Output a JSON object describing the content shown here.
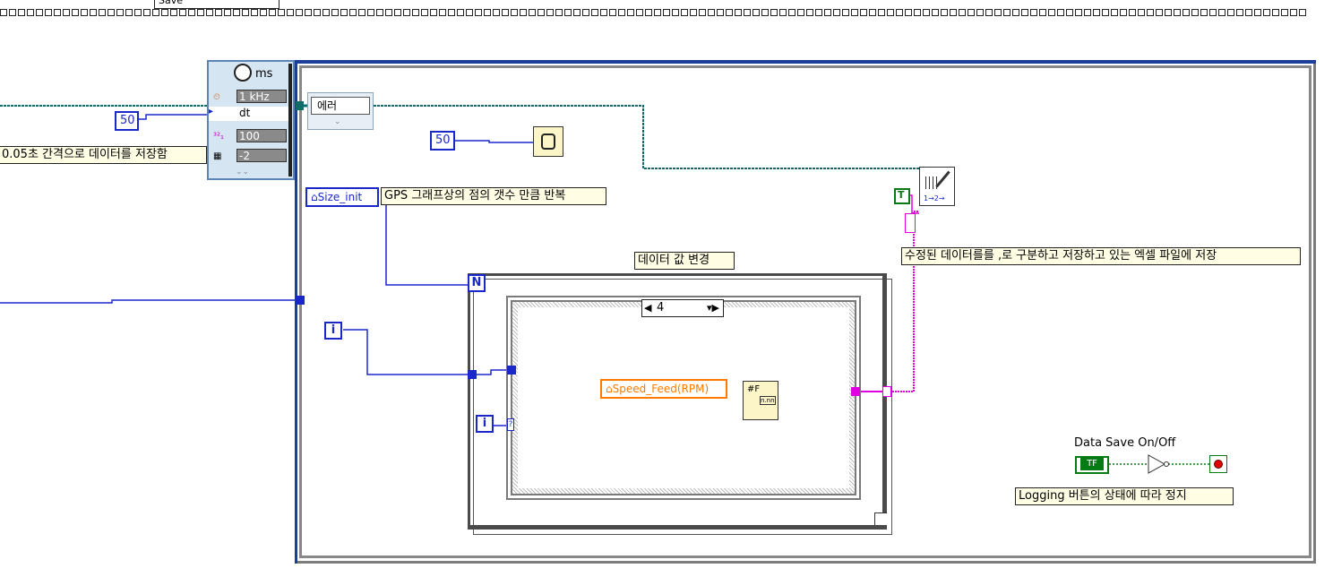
{
  "top_strip": {
    "save_label": "Save"
  },
  "timed_loop": {
    "unit": "ms",
    "source_label": "1 kHz",
    "dt_label": "dt",
    "offset_value": "100",
    "processor_value": "-2"
  },
  "constants": {
    "dt_const": "50",
    "wait_const": "50",
    "bool_true": "T",
    "bool_tf": "TF"
  },
  "labels": {
    "interval_comment": "0.05초 간격으로 데이터를 저장함",
    "gps_comment": "GPS 그래프상의 점의 갯수 만큼 반복",
    "change_comment": "데이터 값 변경",
    "save_comment": "수정된 데이터를를 ,로 구분하고 저장하고 있는 엑셀 파일에 저장",
    "logging_comment": "Logging 버튼의 상태에 따라 정지",
    "data_save": "Data Save On/Off"
  },
  "shift_register": {
    "label": "에러"
  },
  "controls": {
    "size_init": "Size_init",
    "speed_feed": "Speed_Feed(RPM)"
  },
  "for_loop": {
    "n_label": "N",
    "i_label": "i",
    "i2_label": "i"
  },
  "case_structure": {
    "selector_value": "4"
  },
  "colors": {
    "blue_wire": "#1b28c9",
    "teal_wire": "#0d6d6d",
    "pink_wire": "#e100e1",
    "green_wire": "#067a13",
    "loop_border": "#7b7b7b"
  }
}
